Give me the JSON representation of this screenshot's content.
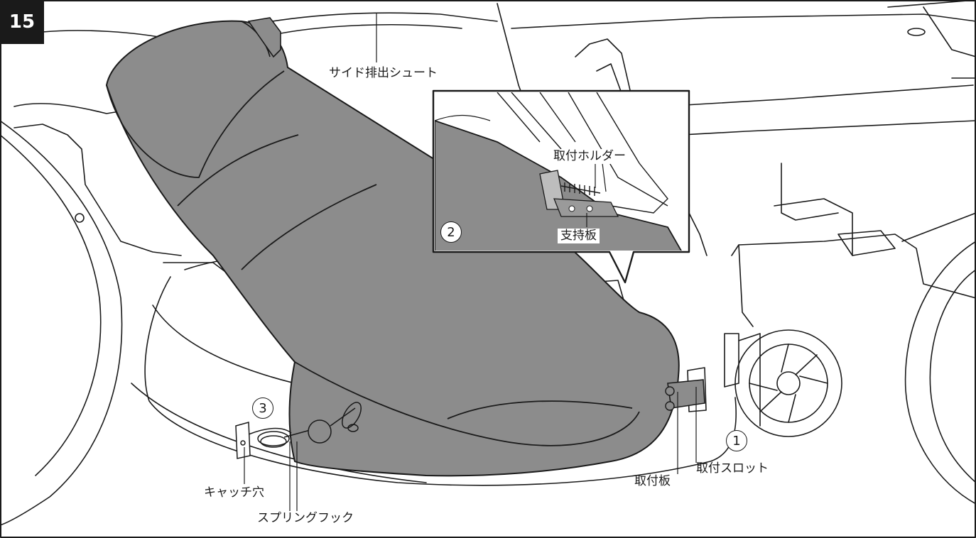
{
  "figure": {
    "step_number": "15",
    "callouts": {
      "one": "1",
      "two": "2",
      "three": "3"
    }
  },
  "labels": {
    "side_chute": "サイド排出シュート",
    "mount_holder": "取付ホルダー",
    "support_plate": "支持板",
    "mount_slot": "取付スロット",
    "mount_plate": "取付板",
    "catch_hole": "キャッチ穴",
    "spring_hook": "スプリングフック"
  },
  "colors": {
    "chute_fill": "#8c8c8c",
    "outline": "#1a1a1a",
    "background": "#ffffff"
  }
}
